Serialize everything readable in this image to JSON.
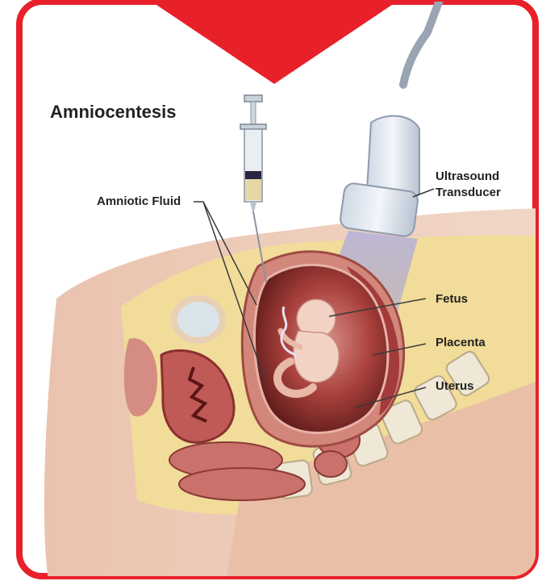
{
  "diagram": {
    "title": "Amniocentesis",
    "labels": {
      "amniotic_fluid": "Amniotic Fluid",
      "ultrasound_line1": "Ultrasound",
      "ultrasound_line2": "Transducer",
      "fetus": "Fetus",
      "placenta": "Placenta",
      "uterus": "Uterus"
    }
  },
  "colors": {
    "frame": "#e8202a",
    "label_text": "#222222"
  }
}
